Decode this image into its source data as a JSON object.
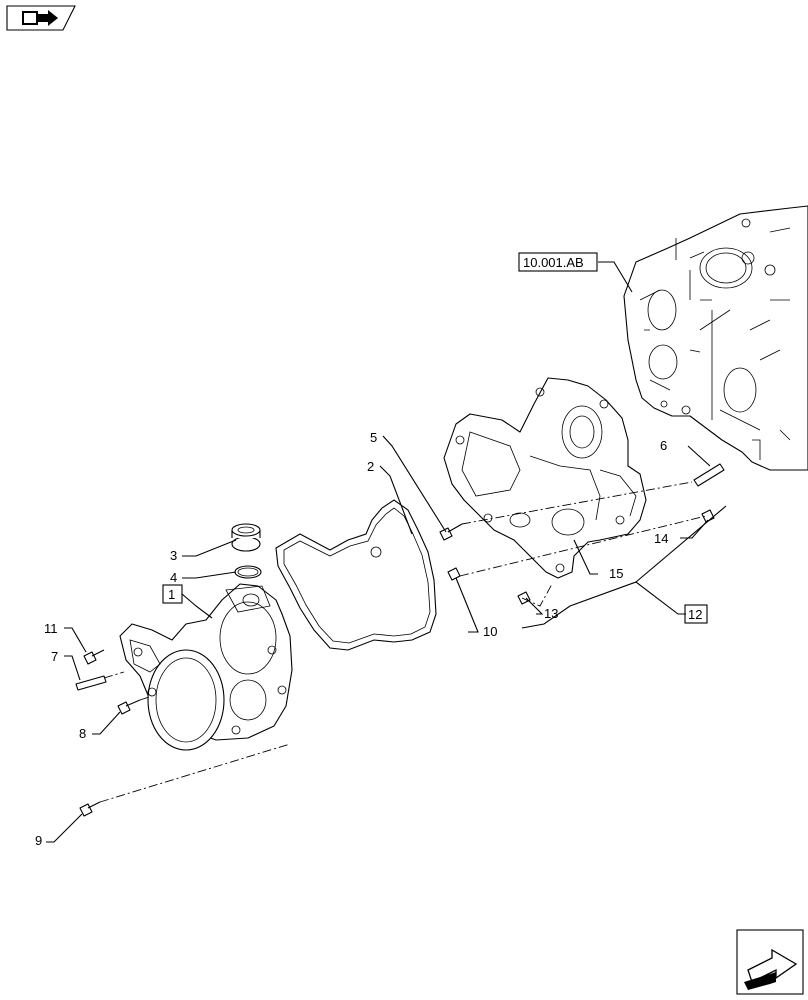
{
  "callouts": {
    "c1": "1",
    "c2": "2",
    "c3": "3",
    "c4": "4",
    "c5": "5",
    "c6": "6",
    "c7": "7",
    "c8": "8",
    "c9": "9",
    "c10": "10",
    "c11": "11",
    "c12": "12",
    "c13": "13",
    "c14": "14",
    "c15": "15"
  },
  "reference": {
    "label": "10.001.AB"
  },
  "icons": {
    "top_left": "book-arrow-icon",
    "bottom_right": "next-page-arrow-icon"
  },
  "colors": {
    "ink": "#000000",
    "paper": "#ffffff"
  }
}
